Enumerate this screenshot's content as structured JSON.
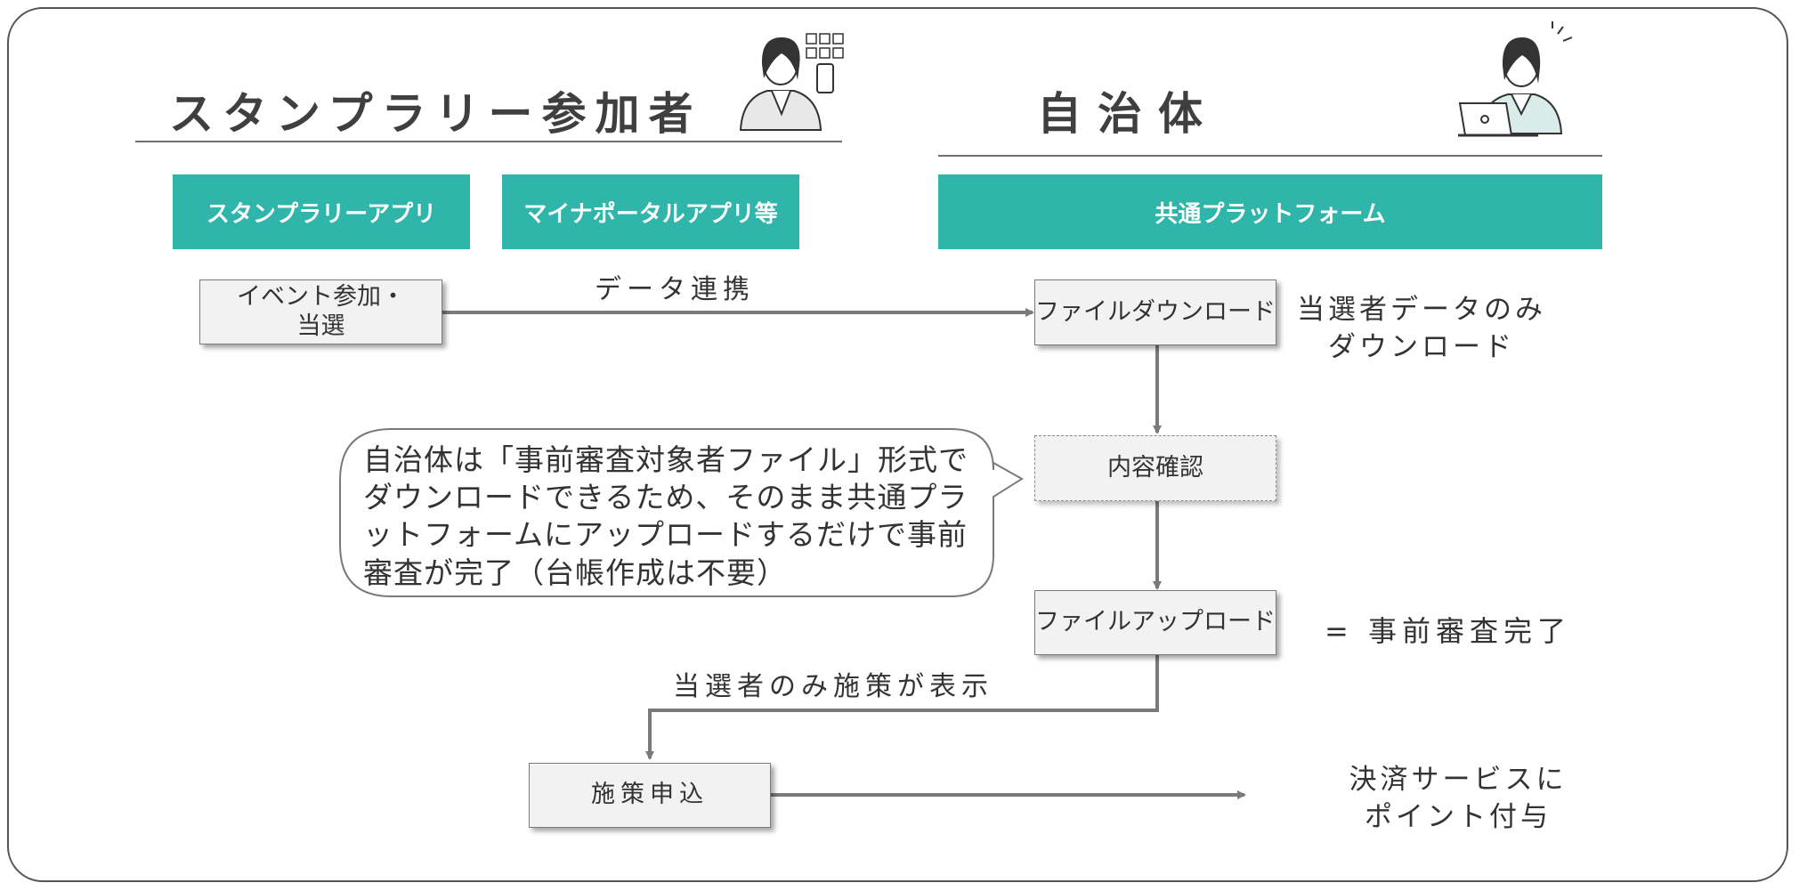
{
  "headers": {
    "participant": "スタンプラリー参加者",
    "municipality": "自治体"
  },
  "tabs": {
    "stamp_app": "スタンプラリーアプリ",
    "mynaportal": "マイナポータルアプリ等",
    "platform": "共通プラットフォーム"
  },
  "boxes": {
    "event": "イベント参加・\n当選",
    "download": "ファイルダウンロード",
    "confirm": "内容確認",
    "upload": "ファイルアップロード",
    "apply": "施策申込"
  },
  "labels": {
    "data_link": "データ連携",
    "download_note": "当選者データのみ\nダウンロード",
    "review_complete": "= 事前審査完了",
    "display_note": "当選者のみ施策が表示",
    "payment_note": "決済サービスに\nポイント付与"
  },
  "callout": "自治体は「事前審査対象者ファイル」形式でダウンロードできるため、そのまま共通プラットフォームにアップロードするだけで事前審査が完了（台帳作成は不要）",
  "colors": {
    "accent_teal": "#2fb5aa",
    "box_fill": "#f2f2f2",
    "arrow": "#7a7a7a"
  },
  "icons": {
    "participant_avatar": "woman-with-phone-icon",
    "municipality_avatar": "woman-with-laptop-icon"
  }
}
